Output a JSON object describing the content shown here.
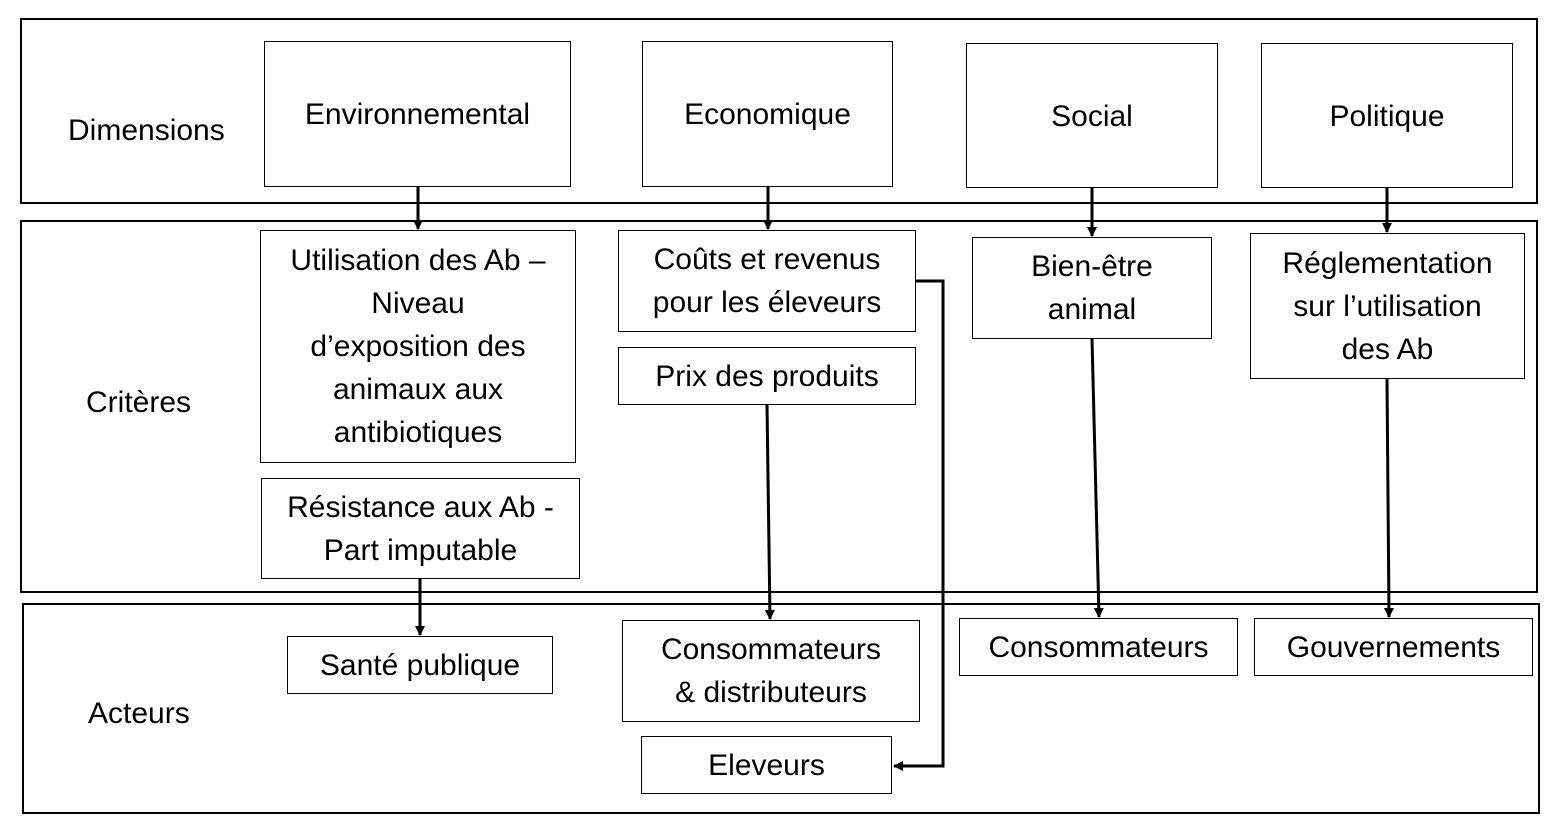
{
  "rows": {
    "dimensions": "Dimensions",
    "criteres": "Critères",
    "acteurs": "Acteurs"
  },
  "dimensions": {
    "env": "Environnemental",
    "eco": "Economique",
    "soc": "Social",
    "pol": "Politique"
  },
  "criteres": {
    "utilisation": "Utilisation des Ab –\nNiveau\nd’exposition des\nanimaux aux\nantibiotiques",
    "resistance": "Résistance aux Ab -\nPart imputable",
    "couts": "Coûts et revenus\npour les éleveurs",
    "prix": "Prix des produits",
    "bienetre": "Bien-être\nanimal",
    "reglementation": "Réglementation\nsur l’utilisation\ndes Ab"
  },
  "acteurs": {
    "sante": "Santé publique",
    "consdist": "Consommateurs\n& distributeurs",
    "eleveurs": "Eleveurs",
    "consommateurs": "Consommateurs",
    "gouvernements": "Gouvernements"
  }
}
